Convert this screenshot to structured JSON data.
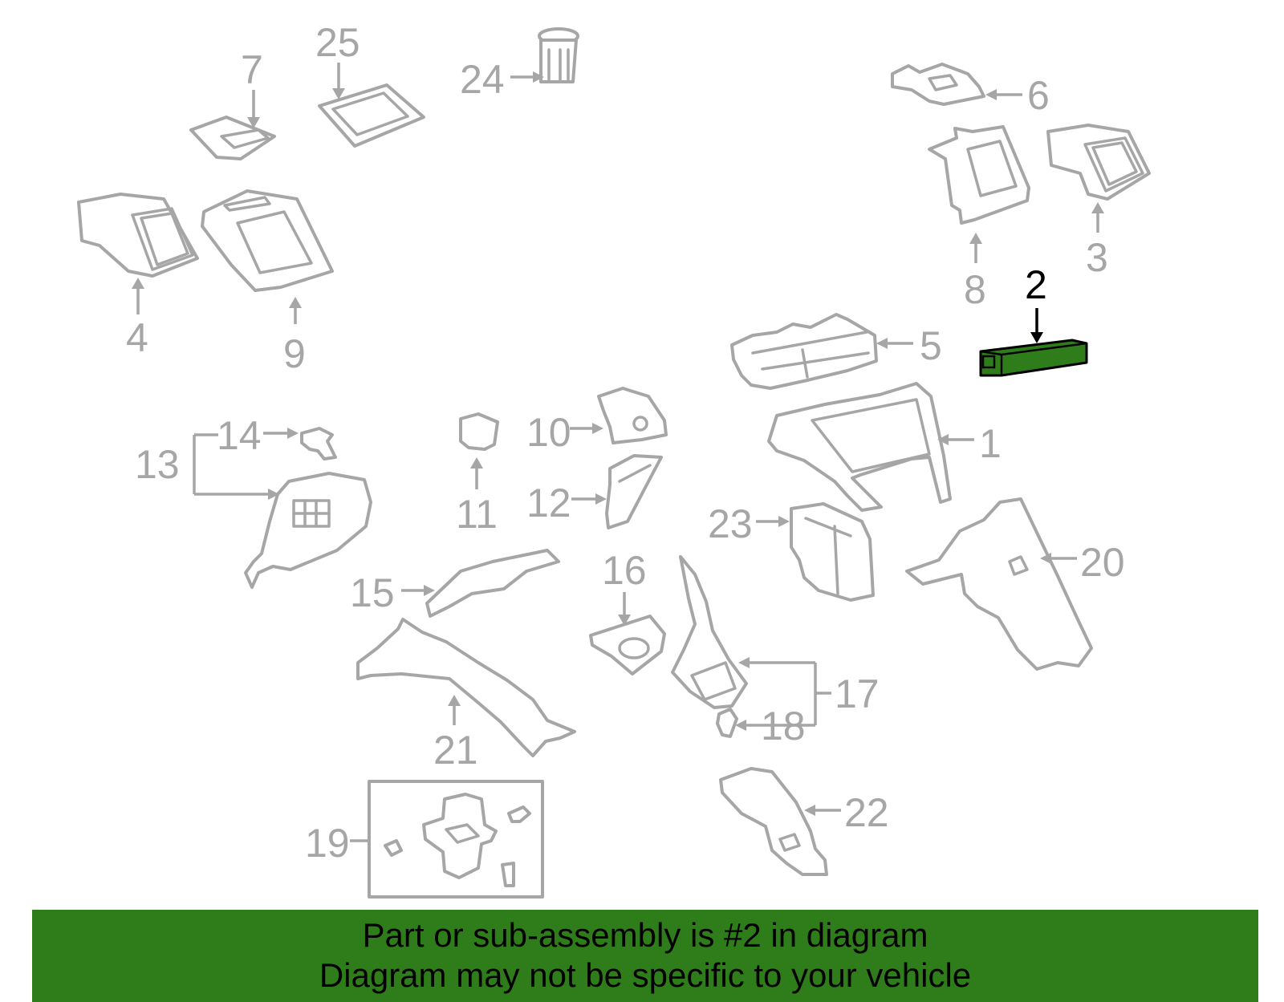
{
  "banner": {
    "line1": "Part or sub-assembly is #2 in diagram",
    "line2": "Diagram may not be specific to your vehicle",
    "background_color": "#2f7d1a"
  },
  "highlight": {
    "part_number": "2",
    "color": "#2f7d1a"
  },
  "callouts": {
    "c1": "1",
    "c2": "2",
    "c3": "3",
    "c4": "4",
    "c5": "5",
    "c6": "6",
    "c7": "7",
    "c8": "8",
    "c9": "9",
    "c10": "10",
    "c11": "11",
    "c12": "12",
    "c13": "13",
    "c14": "14",
    "c15": "15",
    "c16": "16",
    "c17": "17",
    "c18": "18",
    "c19": "19",
    "c20": "20",
    "c21": "21",
    "c22": "22",
    "c23": "23",
    "c24": "24",
    "c25": "25"
  },
  "colors": {
    "line_gray": "#a6a6a6",
    "highlight_outline": "#000000"
  }
}
